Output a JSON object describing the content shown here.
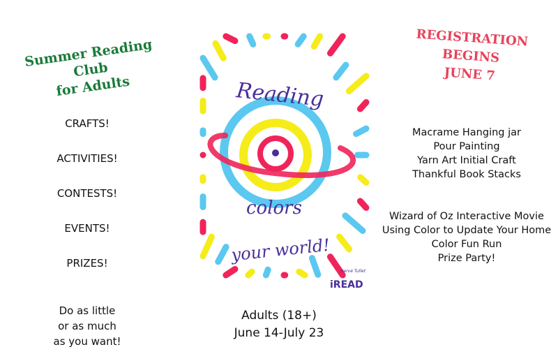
{
  "title": [
    "Summer Reading Club",
    "for Adults"
  ],
  "registration": [
    "REGISTRATION",
    "BEGINS",
    "JUNE 7"
  ],
  "features": [
    "CRAFTS!",
    "ACTIVITIES!",
    "CONTESTS!",
    "EVENTS!",
    "PRIZES!"
  ],
  "note": [
    "Do as little",
    "or as much",
    "as you want!"
  ],
  "audience": [
    "Adults (18+)",
    "June 14-July 23"
  ],
  "crafts": [
    "Macrame Hanging jar",
    "Pour Painting",
    "Yarn Art Initial Craft",
    "Thankful Book Stacks"
  ],
  "events": [
    "Wizard of Oz Interactive Movie",
    "Using Color to Update Your Home",
    "Color Fun Run",
    "Prize Party!"
  ],
  "poster": {
    "line1": "Reading",
    "line2": "colors",
    "line3": "your world!",
    "logo": "iREAD",
    "signature": "Hervé Tullet"
  },
  "colors": {
    "green": "#1a7a3a",
    "red": "#e8425a",
    "blue": "#5bc8f0",
    "yellow": "#f5ec1a",
    "magenta": "#f0245a",
    "purple": "#4a2f9a"
  }
}
